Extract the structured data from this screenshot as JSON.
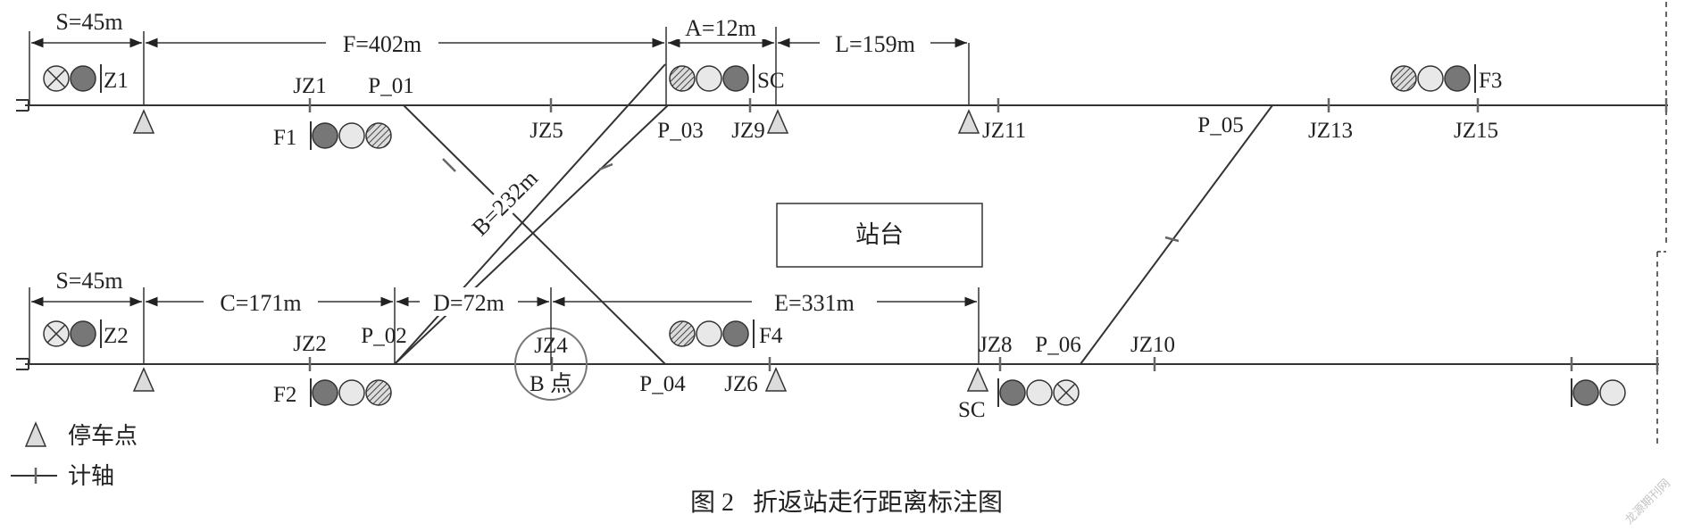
{
  "diagram": {
    "platform_label": "站台",
    "caption": "图 2   折返站走行距离标注图",
    "watermark": "龙源期刊网",
    "signal_labels": {
      "z1": "Z1",
      "z2": "Z2",
      "f1": "F1",
      "f2": "F2",
      "f3": "F3",
      "f4": "F4",
      "sc_top": "SC",
      "sc_bottom": "SC"
    },
    "axle_labels": {
      "jz1": "JZ1",
      "jz2": "JZ2",
      "jz4": "JZ4",
      "jz5": "JZ5",
      "jz6": "JZ6",
      "jz8": "JZ8",
      "jz9": "JZ9",
      "jz10": "JZ10",
      "jz11": "JZ11",
      "jz13": "JZ13",
      "jz15": "JZ15"
    },
    "point_labels": {
      "p01": "P_01",
      "p02": "P_02",
      "p03": "P_03",
      "p04": "P_04",
      "p05": "P_05",
      "p06": "P_06",
      "b_point": "B 点"
    },
    "dimensions": {
      "s_top": "S=45m",
      "f": "F=402m",
      "a": "A=12m",
      "l": "L=159m",
      "b": "B=232m",
      "s_bottom": "S=45m",
      "c": "C=171m",
      "d": "D=72m",
      "e": "E=331m"
    },
    "legend": {
      "stop_point": "停车点",
      "axle_counter": "计轴"
    }
  }
}
